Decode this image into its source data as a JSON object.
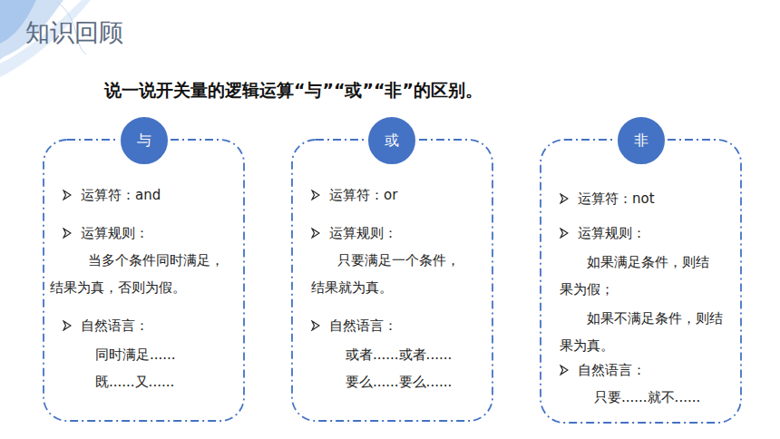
{
  "diagram": {
    "title": "知识回顾",
    "nodes": [
      {
        "text": [
          "运算符：and",
          "运算规则：",
          "当多个条件同时满足，结果为真，否则为假。",
          "自然语言：",
          "同时满足......",
          "既......又......"
        ]
      },
      {
        "text": [
          "与"
        ],
        "in": 0
      },
      {
        "text": [
          "运算符：or",
          "运算规则：",
          "只要满足一个条件，结果就为真。",
          "自然语言：",
          "或者......或者......",
          "要么......要么......"
        ]
      },
      {
        "text": [
          "或"
        ],
        "in": 2
      },
      {
        "text": [
          "运算符：not",
          "运算规则：",
          "如果满足条件，则结果为假；",
          "如果不满足条件，则结果为真。",
          "自然语言：",
          "只要......就不......"
        ]
      },
      {
        "text": [
          "非"
        ],
        "in": 4
      }
    ],
    "labels": [
      "说一说开关量的逻辑运算“与”“或”“非”的区别。"
    ]
  }
}
